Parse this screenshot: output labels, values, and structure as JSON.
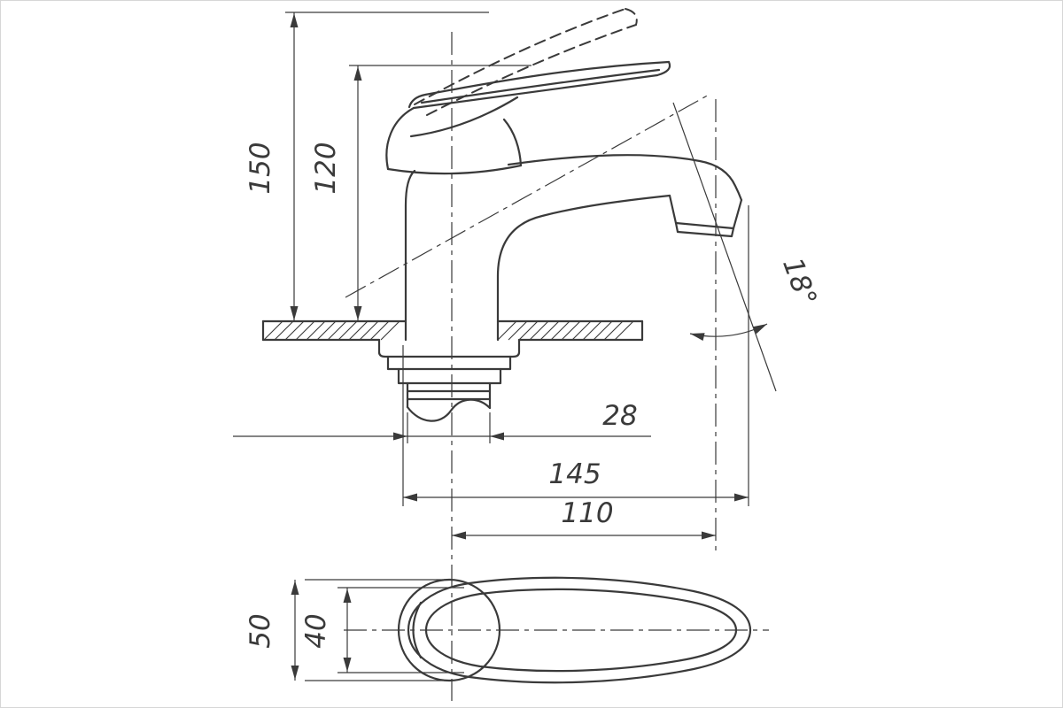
{
  "colors": {
    "line": "#3a3a3a",
    "background": "#ffffff"
  },
  "dimensions": {
    "overall_height": "150",
    "spout_height": "120",
    "shank_width": "28",
    "overall_length": "145",
    "spout_reach": "110",
    "stream_angle": "18°",
    "handle_diameter": "50",
    "lever_width": "40"
  }
}
